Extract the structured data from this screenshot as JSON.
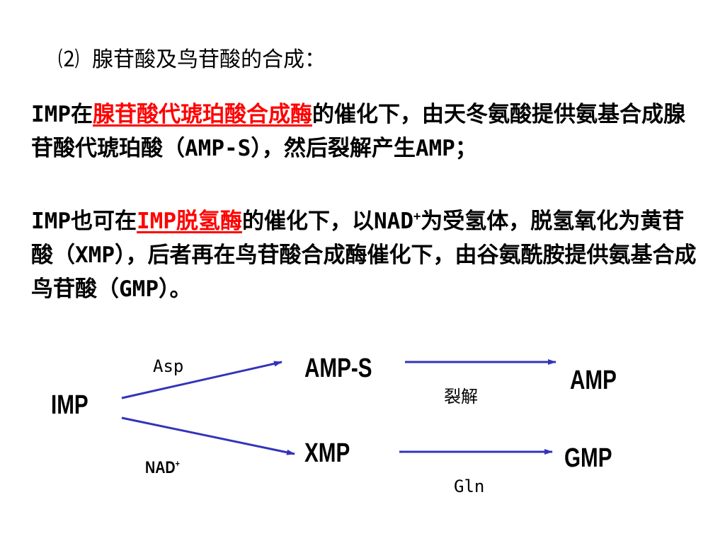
{
  "heading": "⑵ 腺苷酸及鸟苷酸的合成：",
  "paragraph1": {
    "prefix": "IMP在",
    "enzyme": "腺苷酸代琥珀酸合成酶",
    "suffix": "的催化下，由天冬氨酸提供氨基合成腺苷酸代琥珀酸（AMP-S），然后裂解产生AMP；"
  },
  "paragraph2": {
    "prefix": "IMP也可在",
    "enzyme": "IMP脱氢酶",
    "mid_a": "的催化下，以NAD",
    "sup": "+",
    "mid_b": "为受氢体，脱氢氧化为黄苷酸（XMP），后者再在鸟苷酸合成酶催化下，由谷氨酰胺提供氨基合成鸟苷酸（GMP）。"
  },
  "diagram": {
    "nodes": {
      "imp": "IMP",
      "amps": "AMP-S",
      "xmp": "XMP",
      "amp": "AMP",
      "gmp": "GMP"
    },
    "labels": {
      "asp": "Asp",
      "nad": "NAD",
      "nad_sup": "+",
      "cleave": "裂解",
      "gln": "Gln"
    },
    "arrow_color": "#3333bb"
  }
}
